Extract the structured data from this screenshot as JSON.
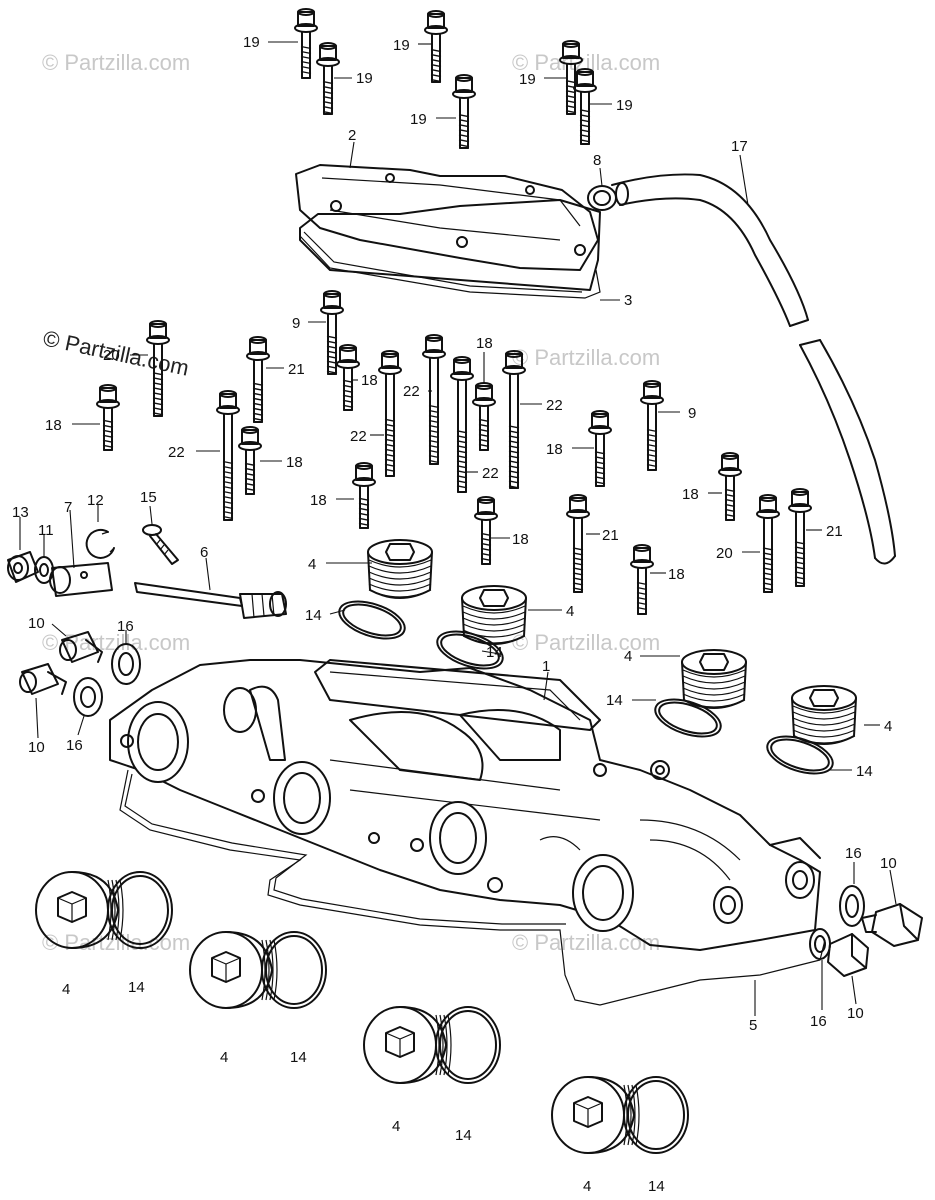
{
  "watermarks": {
    "brand": "© Partzilla.com"
  },
  "parts": {
    "p1": "1",
    "p2": "2",
    "p3": "3",
    "p4": "4",
    "p5": "5",
    "p6": "6",
    "p7": "7",
    "p8": "8",
    "p9": "9",
    "p10": "10",
    "p11": "11",
    "p12": "12",
    "p13": "13",
    "p14": "14",
    "p15": "15",
    "p16": "16",
    "p17": "17",
    "p18": "18",
    "p19": "19",
    "p20": "20",
    "p21": "21",
    "p22": "22"
  }
}
